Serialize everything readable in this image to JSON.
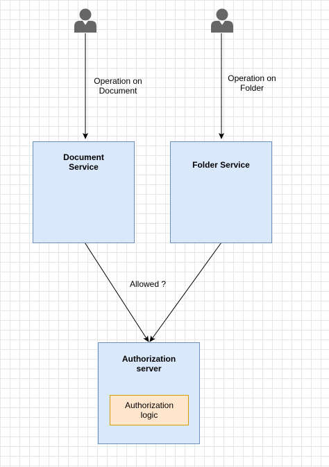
{
  "nodes": {
    "document_service": {
      "label_line1": "Document",
      "label_line2": "Service"
    },
    "folder_service": {
      "label": "Folder Service"
    },
    "authorization_server": {
      "label_line1": "Authorization",
      "label_line2": "server",
      "logic": {
        "label_line1": "Authorization",
        "label_line2": "logic"
      }
    }
  },
  "edges": {
    "operation_document": {
      "line1": "Operation on",
      "line2": "Document"
    },
    "operation_folder": {
      "line1": "Operation on",
      "line2": "Folder"
    },
    "allowed": {
      "label": "Allowed ?"
    }
  },
  "colors": {
    "service_fill": "#dae8fc",
    "service_stroke": "#6c8ebf",
    "logic_fill": "#ffe6cc",
    "logic_stroke": "#d79b00",
    "actor": "#666666"
  },
  "icons": [
    "user-icon",
    "user-icon"
  ]
}
